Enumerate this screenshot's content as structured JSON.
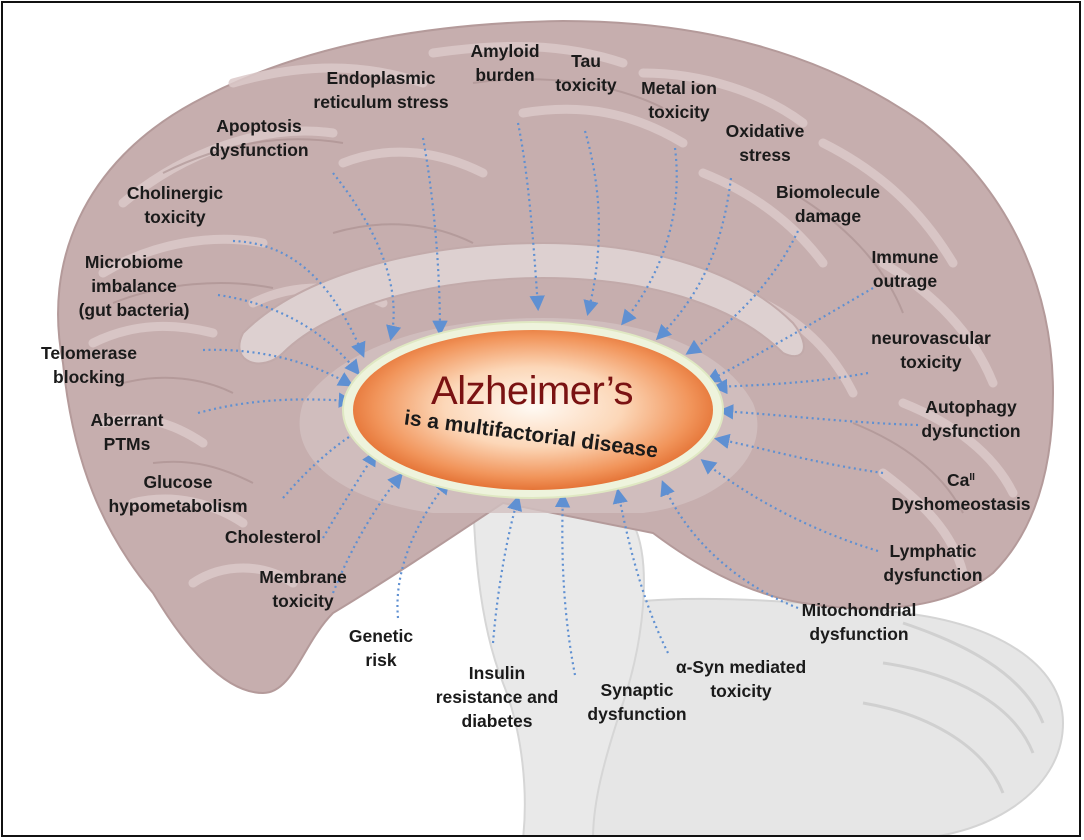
{
  "center": {
    "title": "Alzheimer’s",
    "subtitle": "is a multifactorial disease"
  },
  "factors": [
    {
      "label": "Amyloid\nburden"
    },
    {
      "label": "Tau\ntoxicity"
    },
    {
      "label": "Endoplasmic\nreticulum stress"
    },
    {
      "label": "Metal ion\ntoxicity"
    },
    {
      "label": "Apoptosis\ndysfunction"
    },
    {
      "label": "Oxidative\nstress"
    },
    {
      "label": "Cholinergic\ntoxicity"
    },
    {
      "label": "Biomolecule\ndamage"
    },
    {
      "label": "Microbiome\nimbalance\n(gut bacteria)"
    },
    {
      "label": "Immune\noutrage"
    },
    {
      "label": "neurovascular\ntoxicity"
    },
    {
      "label": "Telomerase\nblocking"
    },
    {
      "label": "Autophagy\ndysfunction"
    },
    {
      "label": "Aberrant\nPTMs"
    },
    {
      "label": "Ca",
      "sup": "II",
      "label2": "Dyshomeostasis"
    },
    {
      "label": "Glucose\nhypometabolism"
    },
    {
      "label": "Cholesterol"
    },
    {
      "label": "Lymphatic\ndysfunction"
    },
    {
      "label": "Membrane\ntoxicity"
    },
    {
      "label": "Mitochondrial\ndysfunction"
    },
    {
      "label": "Genetic\nrisk"
    },
    {
      "label": "α-Syn mediated\ntoxicity"
    },
    {
      "label": "Insulin\nresistance and\ndiabetes"
    },
    {
      "label": "Synaptic\ndysfunction"
    }
  ],
  "colors": {
    "brain_fill": "#c9b3b3",
    "brain_fold": "#d9c8c8",
    "stem_fill": "#e2e2e2",
    "ellipse_inner": "#fff4ec",
    "ellipse_outer": "#e8762e",
    "ellipse_ring": "#eef3dc",
    "arrow": "#5f90d2",
    "title": "#7a1212"
  }
}
